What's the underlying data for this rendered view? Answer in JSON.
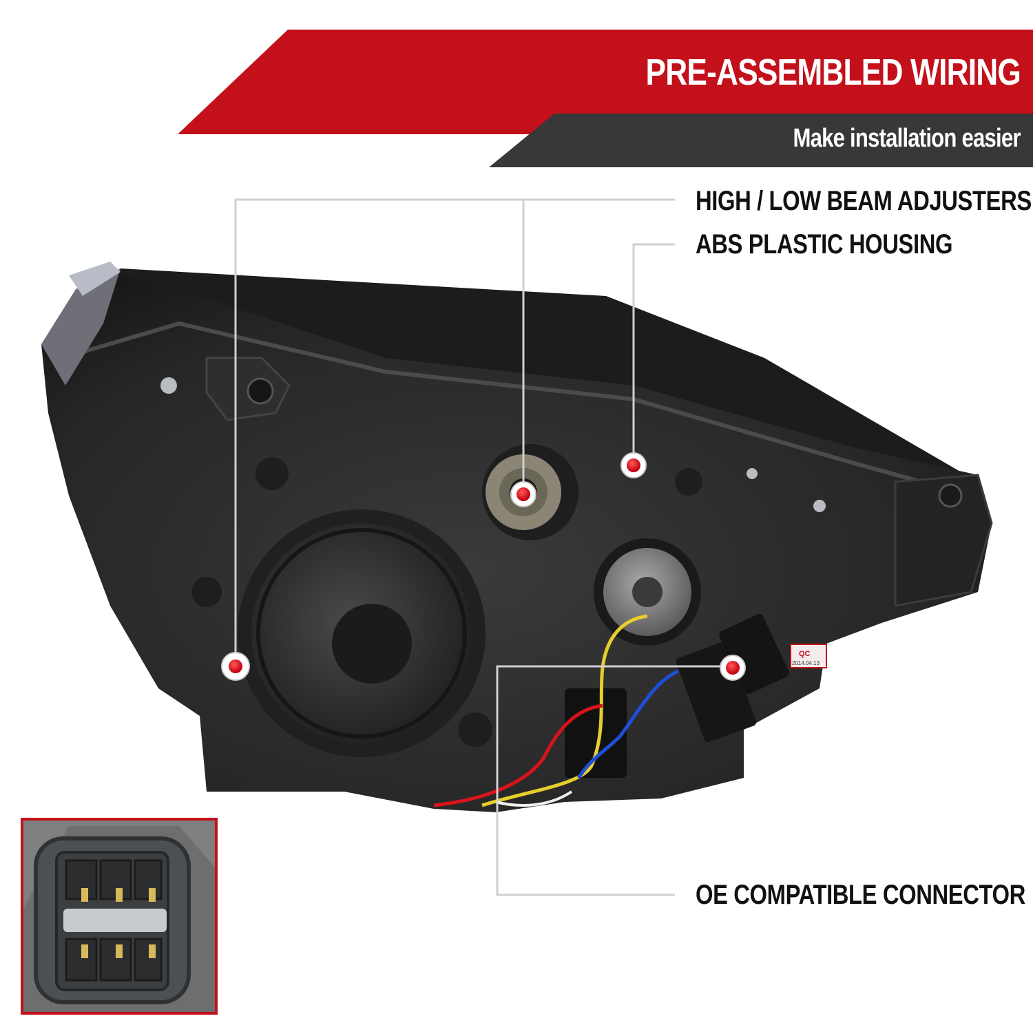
{
  "banner": {
    "title": "PRE-ASSEMBLED WIRING",
    "subtitle": "Make installation easier",
    "title_bg": "#c3101a",
    "subtitle_bg": "#383838"
  },
  "callouts": {
    "beam_adjusters": "HIGH / LOW BEAM ADJUSTERS",
    "housing": "ABS PLASTIC HOUSING",
    "connector": "OE COMPATIBLE CONNECTOR"
  },
  "product_labels": {
    "qc_sticker": "QC",
    "qc_date": "2014.04.13"
  },
  "colors": {
    "accent_red": "#c3101a",
    "dark_gray": "#383838",
    "housing": "#2a2a2a",
    "callout_line": "#d0d0d0",
    "marker": "#e00016"
  },
  "inset": {
    "description_icon": "connector-closeup-icon",
    "border_color": "#c3101a"
  }
}
